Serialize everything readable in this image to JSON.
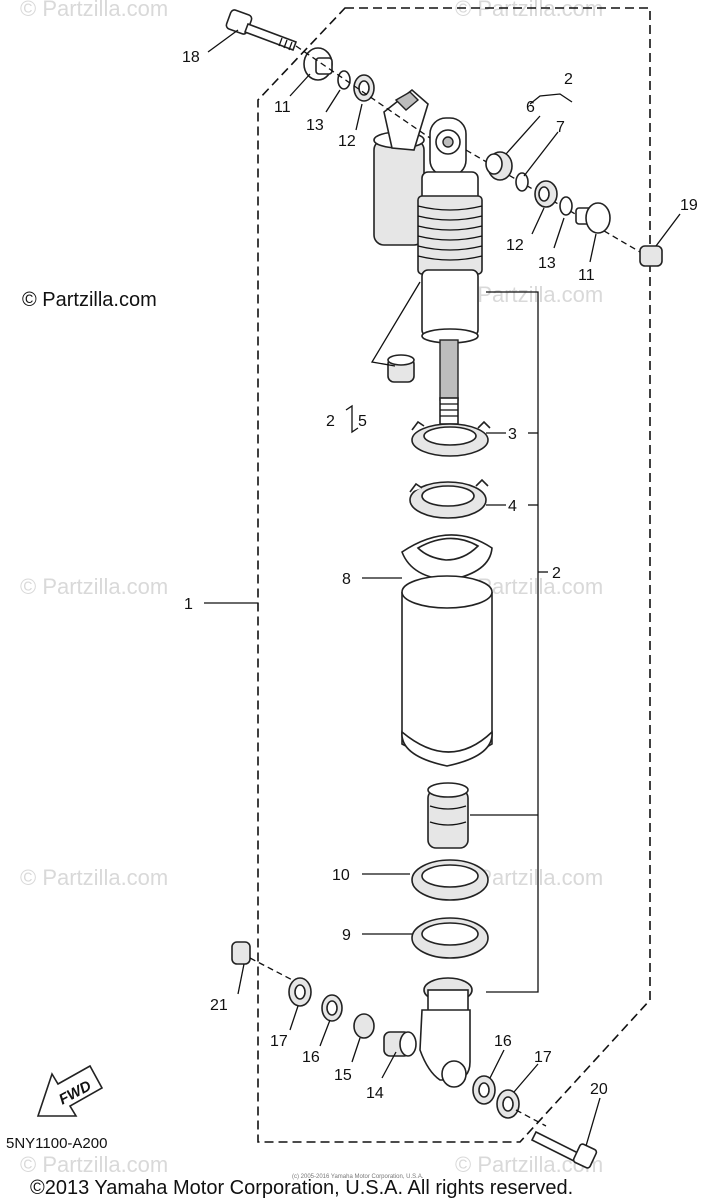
{
  "watermark": "© Partzilla.com",
  "partzilla_note": "© Partzilla.com",
  "diagram_code": "5NY1100-A200",
  "fwd_label": "FWD",
  "copyright": "©2013 Yamaha Motor Corporation, U.S.A. All rights reserved.",
  "small_print": "(c) 2005-2016 Yamaha Motor Corporation, U.S.A.",
  "callouts": {
    "c1": "1",
    "c2a": "2",
    "c2b": "2",
    "c2c": "2",
    "c3": "3",
    "c4": "4",
    "c5": "5",
    "c6": "6",
    "c7": "7",
    "c8": "8",
    "c9": "9",
    "c10": "10",
    "c11a": "11",
    "c11b": "11",
    "c12a": "12",
    "c12b": "12",
    "c13a": "13",
    "c13b": "13",
    "c14": "14",
    "c15": "15",
    "c16a": "16",
    "c16b": "16",
    "c17a": "17",
    "c17b": "17",
    "c18": "18",
    "c19": "19",
    "c20": "20",
    "c21": "21"
  }
}
